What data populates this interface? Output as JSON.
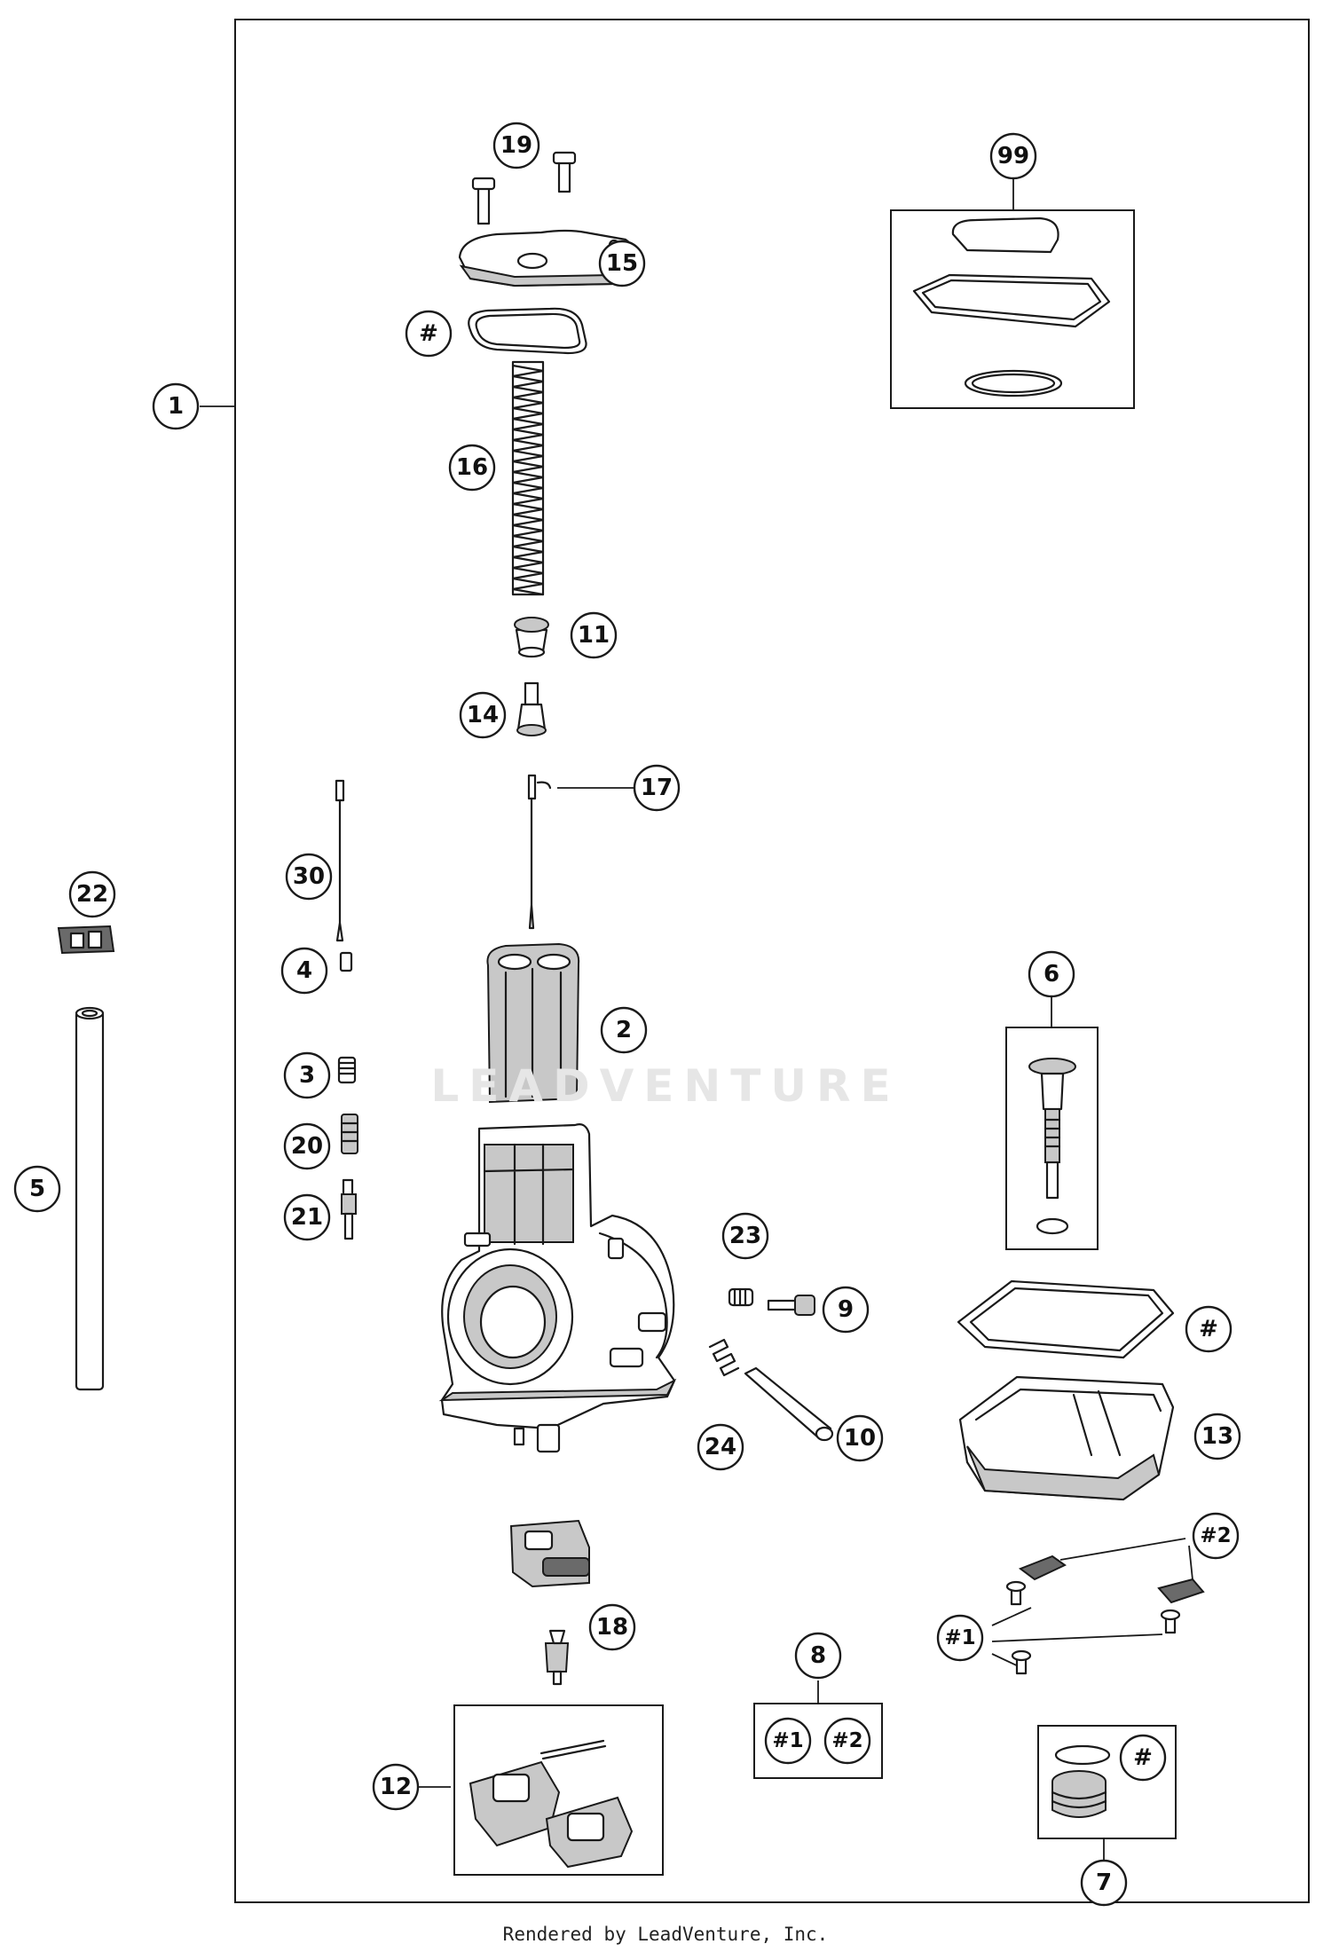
{
  "watermark": "LEADVENTURE",
  "footer": "Rendered by LeadVenture, Inc.",
  "callouts": [
    {
      "id": "1",
      "label": "1"
    },
    {
      "id": "2",
      "label": "2"
    },
    {
      "id": "3",
      "label": "3"
    },
    {
      "id": "4",
      "label": "4"
    },
    {
      "id": "5",
      "label": "5"
    },
    {
      "id": "6",
      "label": "6"
    },
    {
      "id": "7",
      "label": "7"
    },
    {
      "id": "8",
      "label": "8"
    },
    {
      "id": "9",
      "label": "9"
    },
    {
      "id": "10",
      "label": "10"
    },
    {
      "id": "11",
      "label": "11"
    },
    {
      "id": "12",
      "label": "12"
    },
    {
      "id": "13",
      "label": "13"
    },
    {
      "id": "14",
      "label": "14"
    },
    {
      "id": "15",
      "label": "15"
    },
    {
      "id": "16",
      "label": "16"
    },
    {
      "id": "17",
      "label": "17"
    },
    {
      "id": "18",
      "label": "18"
    },
    {
      "id": "19",
      "label": "19"
    },
    {
      "id": "20",
      "label": "20"
    },
    {
      "id": "21",
      "label": "21"
    },
    {
      "id": "22",
      "label": "22"
    },
    {
      "id": "23",
      "label": "23"
    },
    {
      "id": "24",
      "label": "24"
    },
    {
      "id": "30",
      "label": "30"
    },
    {
      "id": "99",
      "label": "99"
    },
    {
      "id": "hash-a",
      "label": "#"
    },
    {
      "id": "hash-b",
      "label": "#"
    },
    {
      "id": "hash-c",
      "label": "#"
    },
    {
      "id": "h1-a",
      "label": "#1"
    },
    {
      "id": "h2-a",
      "label": "#2"
    },
    {
      "id": "h1-b",
      "label": "#1"
    },
    {
      "id": "h2-b",
      "label": "#2"
    }
  ]
}
